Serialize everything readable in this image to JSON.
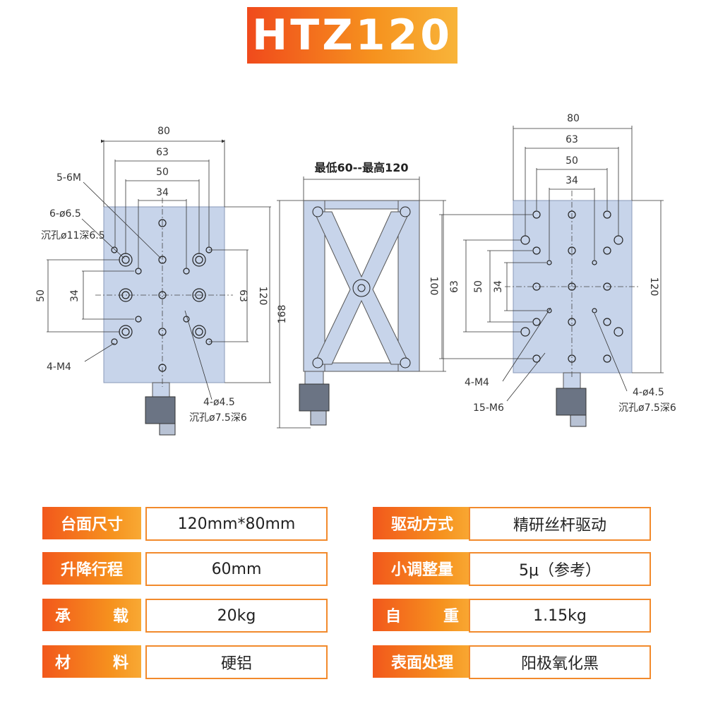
{
  "title": "HTZ120",
  "left_view": {
    "dims_top": [
      "80",
      "63",
      "50",
      "34"
    ],
    "dims_left": [
      "50",
      "34"
    ],
    "dims_right": [
      "63",
      "120"
    ],
    "callouts": [
      "5-6M",
      "6-ø6.5",
      "沉孔ø11深6.5",
      "4-M4",
      "4-ø4.5",
      "沉孔ø7.5深6"
    ]
  },
  "middle_view": {
    "height_range": "最低60--最高120",
    "dims": [
      "168",
      "100"
    ]
  },
  "right_view": {
    "dims_top": [
      "80",
      "63",
      "50",
      "34"
    ],
    "dims_left": [
      "63",
      "50",
      "34"
    ],
    "dims_right": [
      "120"
    ],
    "callouts": [
      "4-M4",
      "15-M6",
      "4-ø4.5",
      "沉孔ø7.5深6"
    ]
  },
  "specs": [
    {
      "label": "台面尺寸",
      "value": "120mm*80mm"
    },
    {
      "label": "驱动方式",
      "value": "精研丝杆驱动"
    },
    {
      "label": "升降行程",
      "value": "60mm"
    },
    {
      "label": "小调整量",
      "value": "5μ（参考）"
    },
    {
      "label": "承载",
      "value": "20kg"
    },
    {
      "label": "自重",
      "value": "1.15kg"
    },
    {
      "label": "材料",
      "value": "硬铝"
    },
    {
      "label": "表面处理",
      "value": "阳极氧化黑"
    }
  ],
  "colors": {
    "accent_start": "#f04a1c",
    "accent_end": "#f8b43a",
    "plate": "#c7d4ea",
    "border": "#f28a2c"
  }
}
